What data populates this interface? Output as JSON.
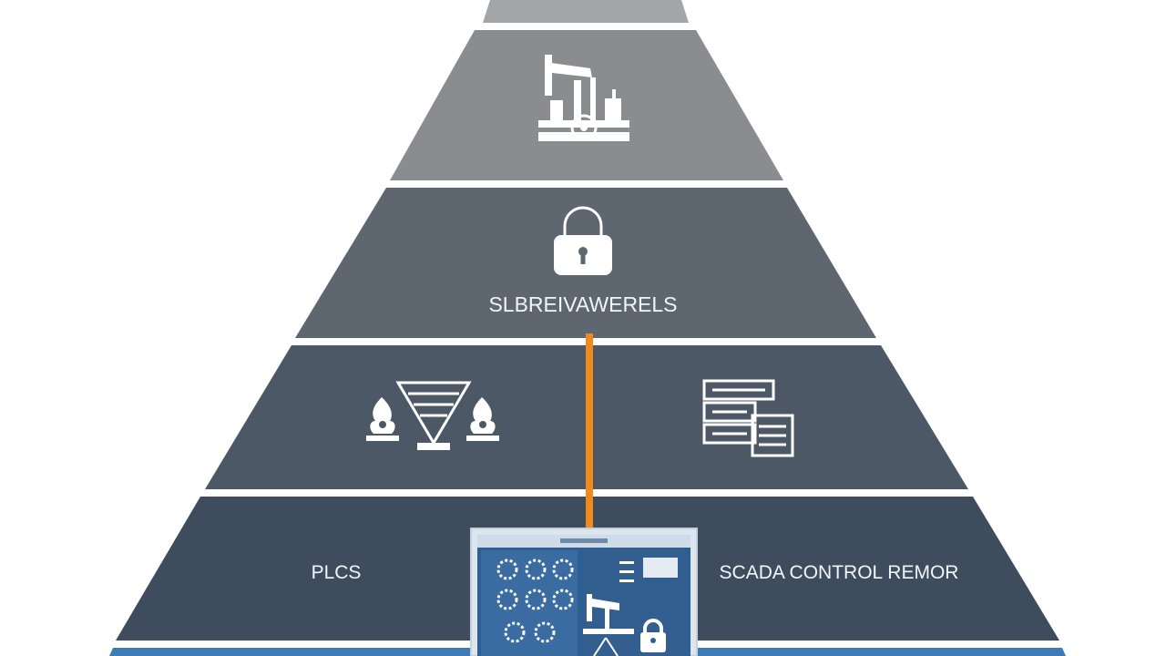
{
  "diagram": {
    "tiers": [
      {
        "id": "tier-top-cap"
      },
      {
        "id": "tier-production",
        "icon": "pumpjack-icon"
      },
      {
        "id": "tier-security",
        "icon": "padlock-icon",
        "label": "SLBREIVAWERELS"
      },
      {
        "id": "tier-field",
        "icons": [
          "flame-icon",
          "separator-funnel-icon",
          "flame-icon",
          "server-rack-icon"
        ]
      },
      {
        "id": "tier-control",
        "left_label": "PLCS",
        "right_label": "SCADA CONTROL REMOR"
      },
      {
        "id": "tier-base"
      }
    ],
    "connector": {
      "color": "#f08a1c"
    },
    "monitor": {
      "icons": [
        "gear-cluster-icon",
        "pumpjack-icon",
        "padlock-icon",
        "funnel-icon"
      ]
    },
    "colors": {
      "tier_top_cap": "#a3a6a9",
      "tier_production": "#8a8c8f",
      "tier_security": "#5e6670",
      "tier_field": "#4d5866",
      "tier_control": "#3f4c5e",
      "tier_base": "#3e7ab5",
      "connector": "#f08a1c",
      "monitor_screen": "#2f5f92"
    }
  }
}
